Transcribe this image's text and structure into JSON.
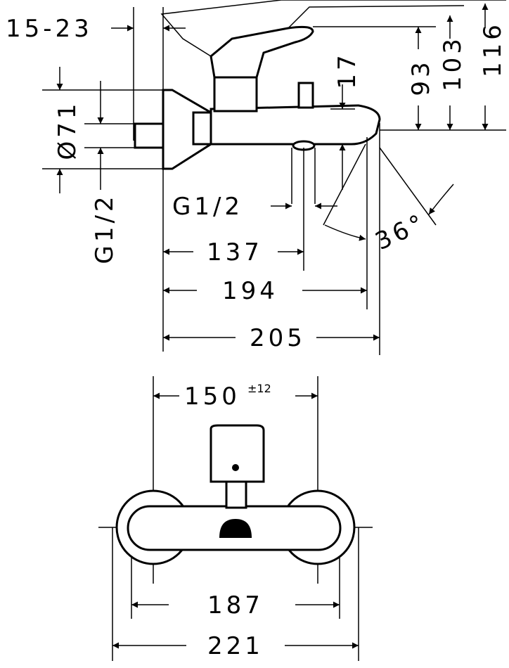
{
  "drawing": {
    "side_view": {
      "dim_wall_offset": "15-23",
      "dim_height_93": "93",
      "dim_height_103": "103",
      "dim_height_116": "116",
      "dim_spout_17": "17",
      "dim_rosette_diameter": "Ø71",
      "dim_inlet_thread": "G1/2",
      "dim_outlet_thread": "G1/2",
      "dim_angle": "36°",
      "dim_137": "137",
      "dim_194": "194",
      "dim_205": "205"
    },
    "front_view": {
      "dim_centres": "150",
      "dim_centres_tolerance": "±12",
      "dim_187": "187",
      "dim_221": "221"
    }
  }
}
